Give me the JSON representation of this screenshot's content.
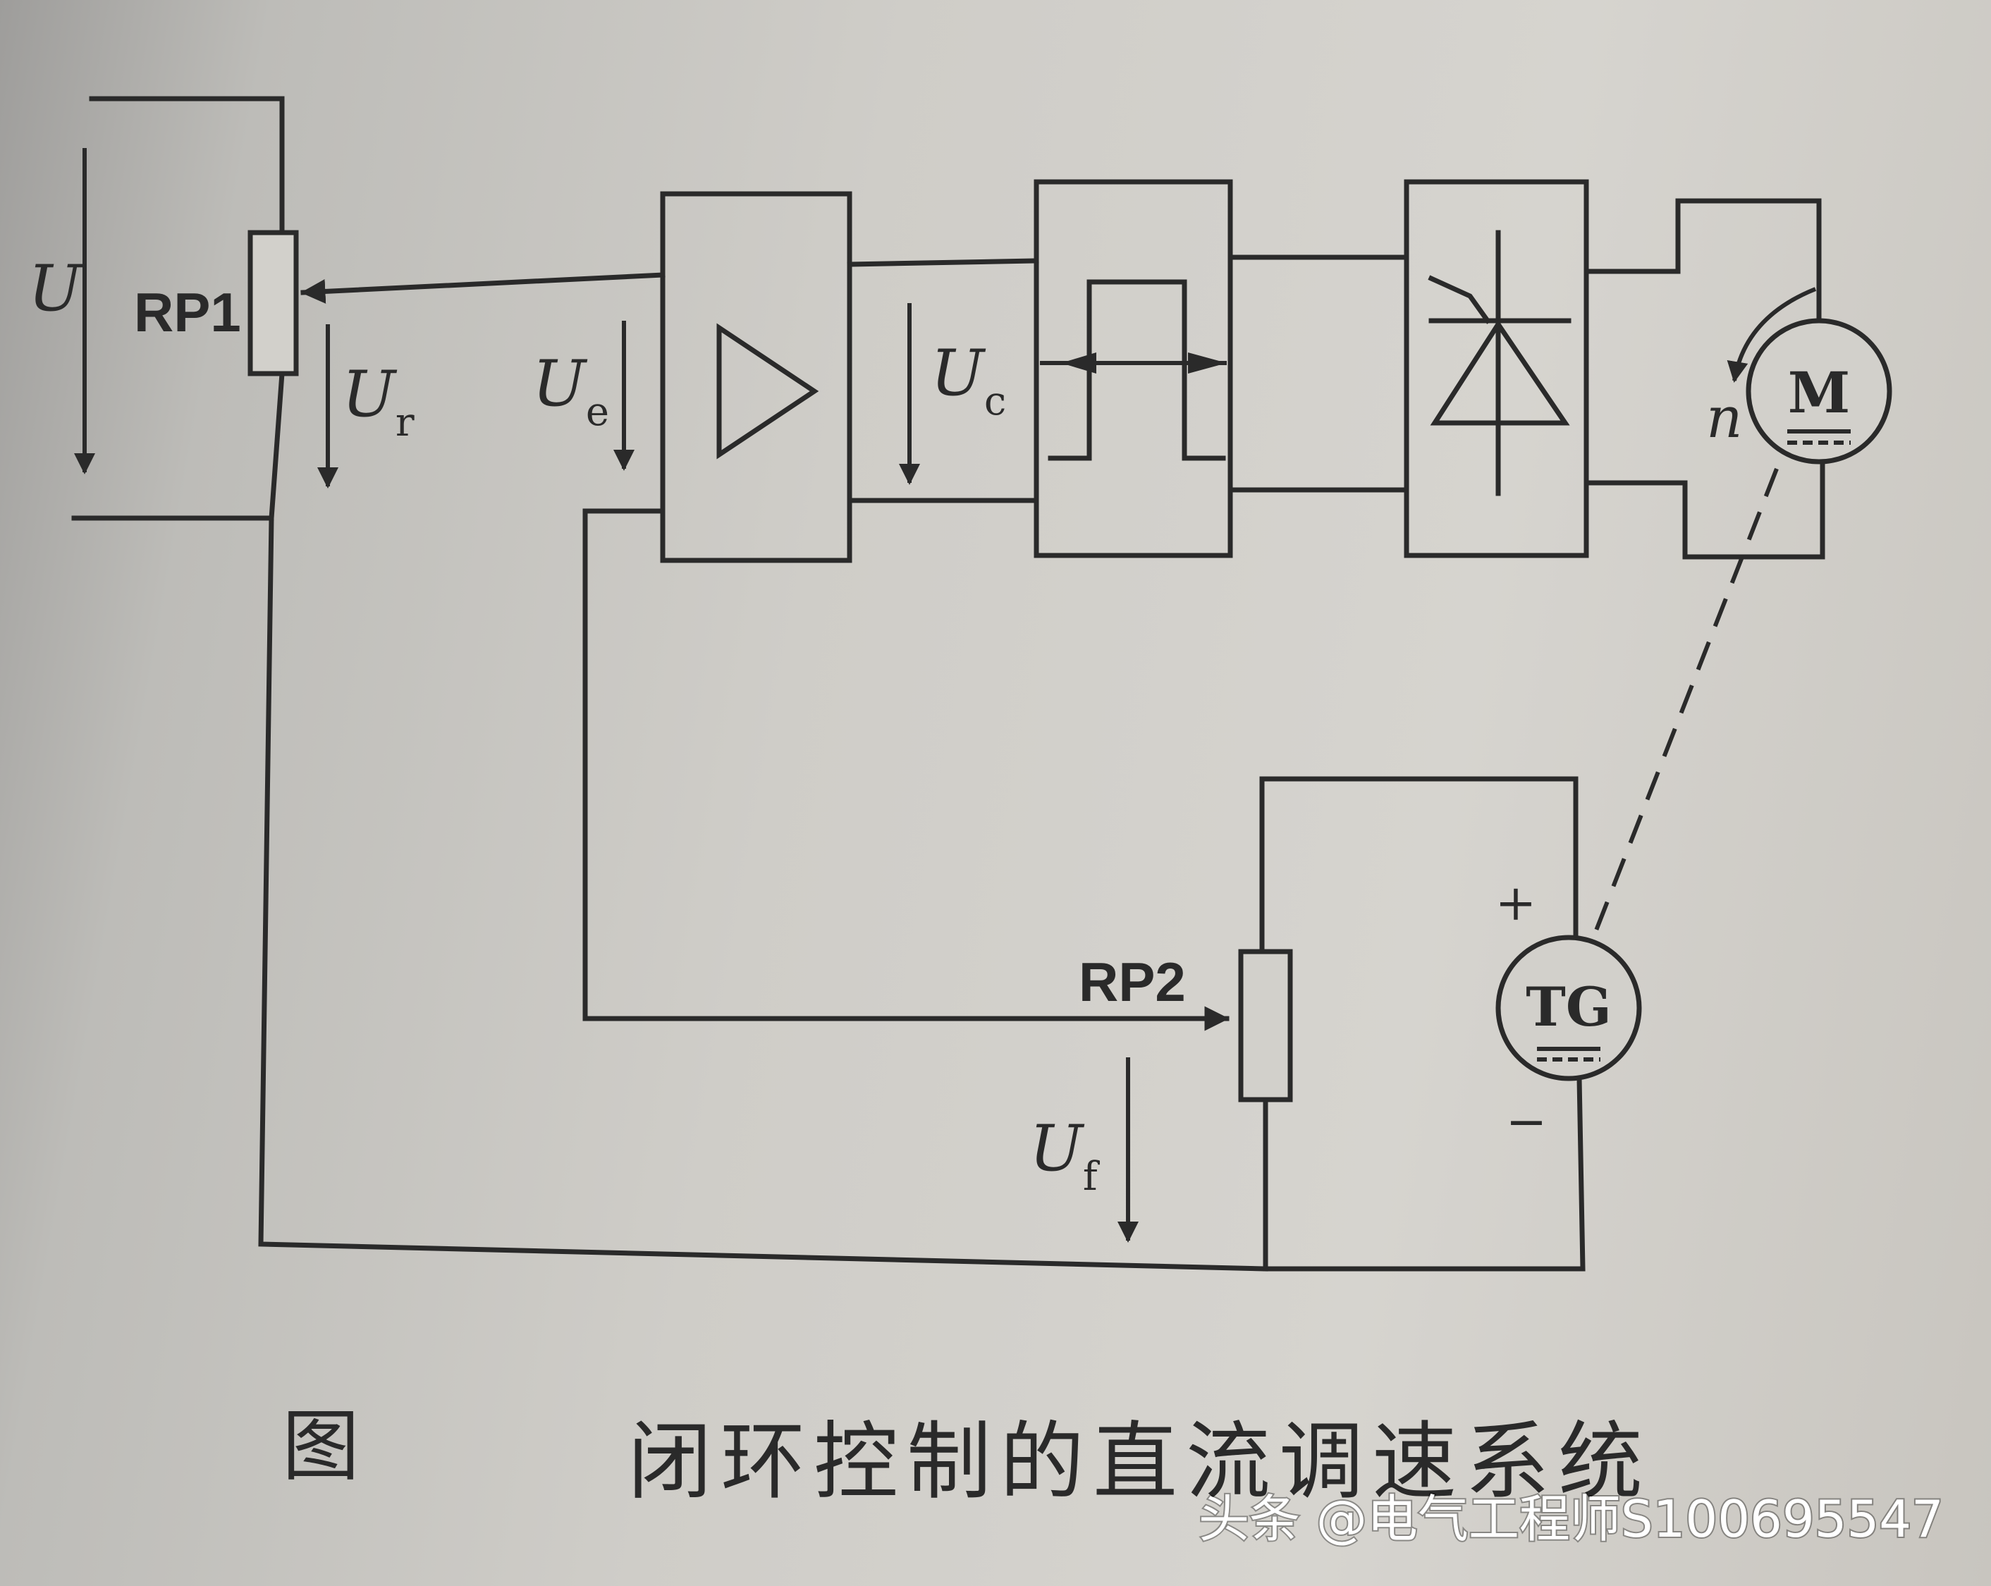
{
  "diagram": {
    "labels": {
      "supply_voltage": "U",
      "reference_pot": "RP1",
      "reference_voltage": {
        "main": "U",
        "sub": "r"
      },
      "error_voltage": {
        "main": "U",
        "sub": "e"
      },
      "control_voltage": {
        "main": "U",
        "sub": "c"
      },
      "feedback_pot": "RP2",
      "feedback_voltage": {
        "main": "U",
        "sub": "f"
      },
      "speed": "n",
      "motor": "M",
      "tachogenerator": "TG",
      "tg_plus": "+",
      "tg_minus": "−"
    },
    "blocks": [
      "amplifier",
      "trigger-circuit",
      "thyristor-rectifier",
      "motor"
    ]
  },
  "caption": {
    "figure_prefix": "图",
    "title": "闭环控制的直流调速系统"
  },
  "watermark": "头条 @电气工程师S100695547"
}
